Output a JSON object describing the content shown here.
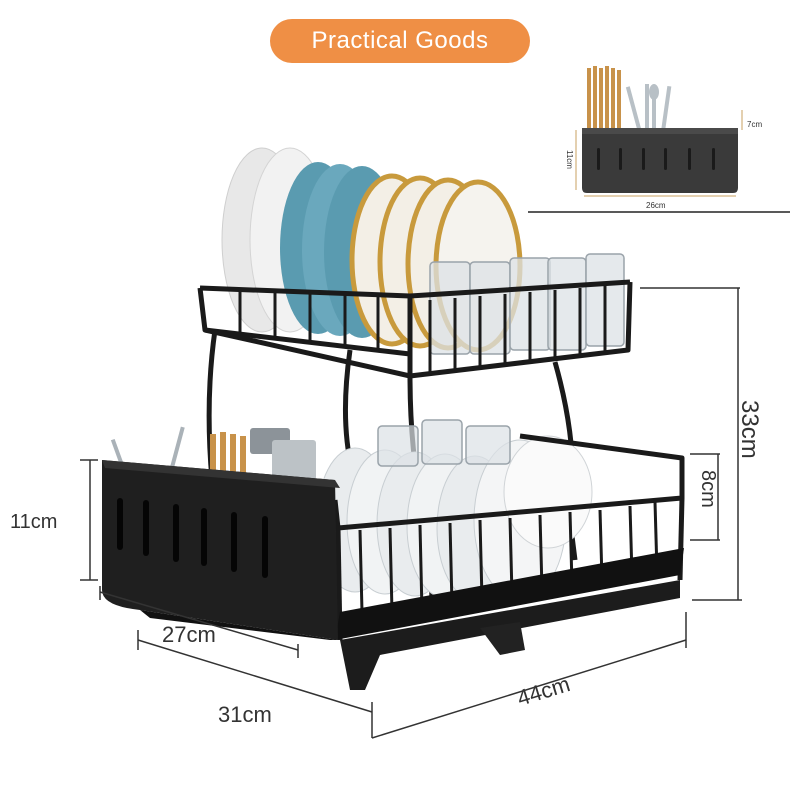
{
  "badge": {
    "label": "Practical Goods",
    "color": "#ef8f45"
  },
  "inset": {
    "height_label": "11cm",
    "depth_label": "7cm",
    "width_label": "26cm"
  },
  "dimensions": {
    "total_height": "33cm",
    "lower_tier_height": "8cm",
    "caddy_height": "11cm",
    "caddy_width": "27cm",
    "depth": "31cm",
    "width": "44cm"
  },
  "colors": {
    "rack": "#1a1a1a",
    "plate_blue": "#5a9bb0",
    "plate_gold": "#c89a3c"
  }
}
